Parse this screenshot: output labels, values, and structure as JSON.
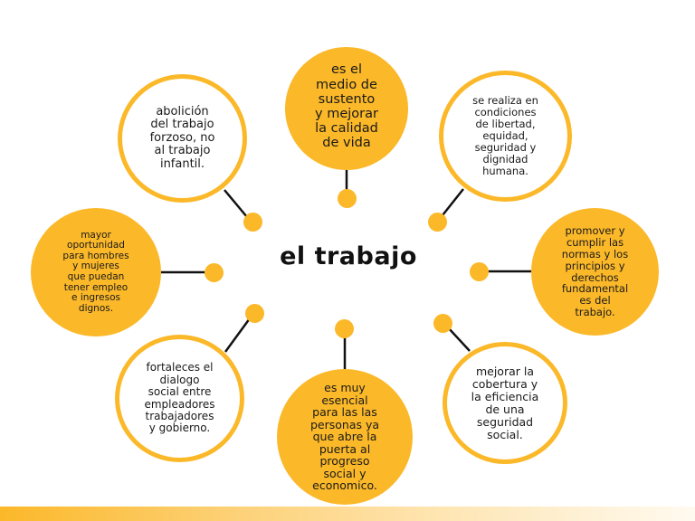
{
  "diagram": {
    "type": "mind-map",
    "center_title": "el trabajo",
    "colors": {
      "accent": "#fbb829",
      "connector": "#111111",
      "text": "#1a1a1a",
      "background": "#ffffff"
    },
    "nodes": [
      {
        "id": "top",
        "style": "filled",
        "text": "es el\nmedio de\nsustento\ny mejorar\nla calidad\nde vida"
      },
      {
        "id": "top-right",
        "style": "outlined",
        "text": "se realiza en\ncondiciones\nde libertad,\nequidad,\nseguridad y\ndignidad\nhumana."
      },
      {
        "id": "right",
        "style": "filled",
        "text": "promover y\ncumplir las\nnormas y los\nprincipios y\nderechos\nfundamental\nes del\ntrabajo."
      },
      {
        "id": "bottom-right",
        "style": "outlined",
        "text": "mejorar la\ncobertura y\nla eficiencia\nde una\nseguridad\nsocial."
      },
      {
        "id": "bottom",
        "style": "filled",
        "text": "es muy\nesencial\npara las las\npersonas ya\nque abre la\npuerta al\nprogreso\nsocial y\neconomico."
      },
      {
        "id": "bottom-left",
        "style": "outlined",
        "text": "fortaleces el\ndialogo\nsocial entre\nempleadores\ntrabajadores\ny gobierno."
      },
      {
        "id": "left",
        "style": "filled",
        "text": "mayor\noportunidad\npara hombres\ny mujeres\nque puedan\ntener empleo\ne ingresos\ndignos."
      },
      {
        "id": "top-left",
        "style": "outlined",
        "text": "abolición\ndel trabajo\nforzoso, no\nal trabajo\ninfantil."
      }
    ]
  }
}
